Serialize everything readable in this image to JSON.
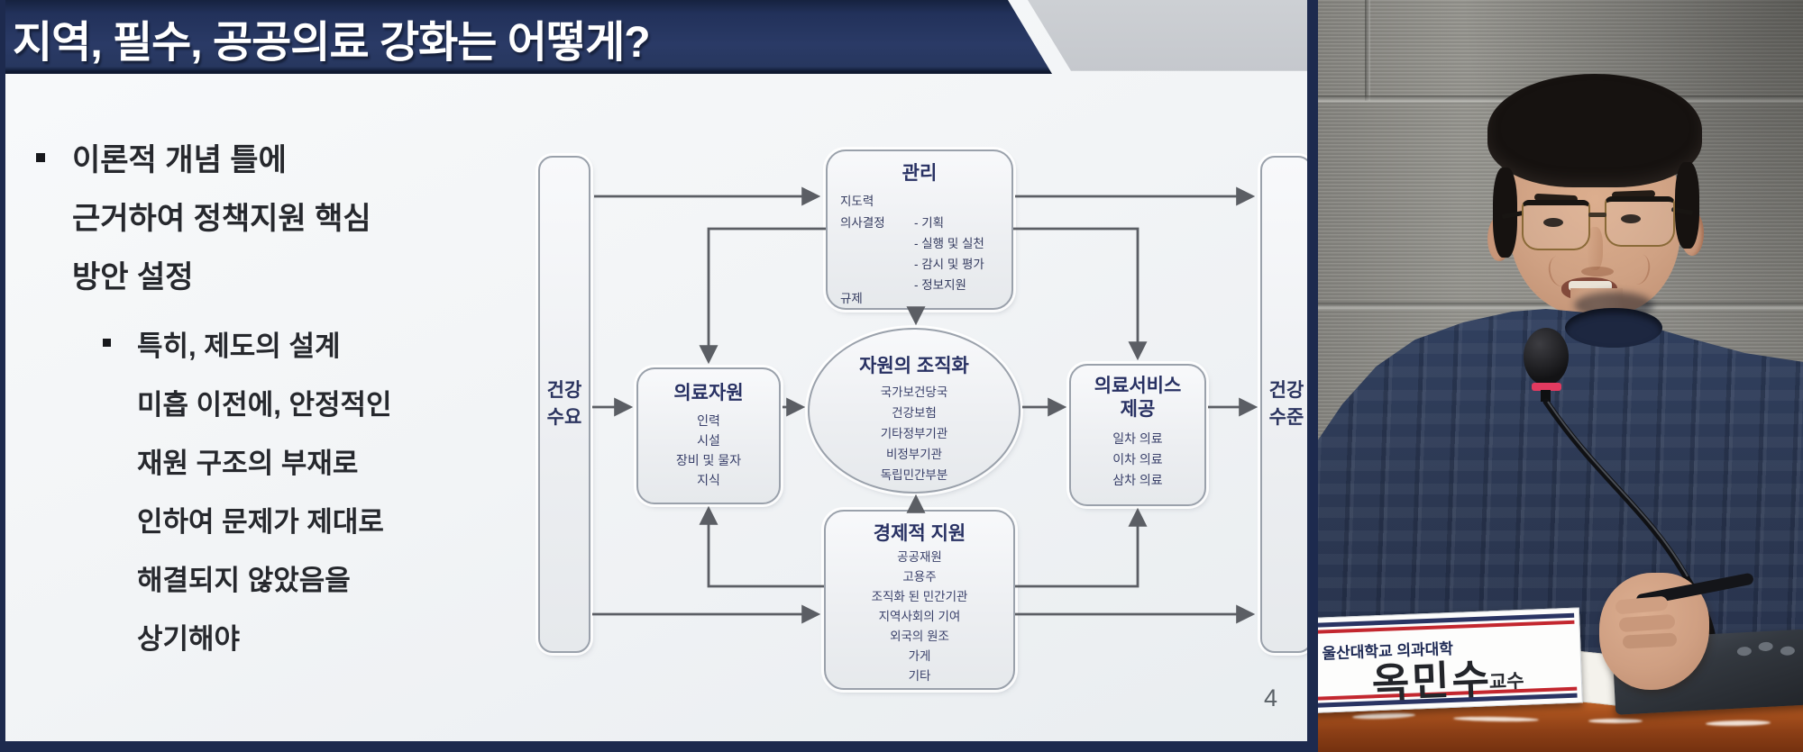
{
  "slide": {
    "title": "지역, 필수, 공공의료 강화는 어떻게?",
    "page_number": "4",
    "bullet_main_lines": [
      "이론적 개념 틀에",
      "근거하여 정책지원 핵심",
      "방안 설정"
    ],
    "bullet_sub_lines": [
      "특히, 제도의 설계",
      "미흡 이전에, 안정적인",
      "재원 구조의 부재로",
      "인하여 문제가 제대로",
      "해결되지 않았음을",
      "상기해야"
    ],
    "diagram": {
      "health_demand_lines": [
        "건강",
        "수요"
      ],
      "health_level_lines": [
        "건강",
        "수준"
      ],
      "management": {
        "title": "관리",
        "row1": "지도력",
        "row2": "의사결정",
        "decision_items": [
          "- 기획",
          "- 실행 및 실천",
          "- 감시 및 평가",
          "- 정보지원"
        ],
        "row3": "규제"
      },
      "resources": {
        "title": "의료자원",
        "items": [
          "인력",
          "시설",
          "장비 및 물자",
          "지식"
        ]
      },
      "organization": {
        "title": "자원의 조직화",
        "items": [
          "국가보건당국",
          "건강보험",
          "기타정부기관",
          "비정부기관",
          "독립민간부분"
        ]
      },
      "services": {
        "title_lines": [
          "의료서비스",
          "제공"
        ],
        "items": [
          "일차 의료",
          "이차 의료",
          "삼차 의료"
        ]
      },
      "economic": {
        "title": "경제적 지원",
        "items": [
          "공공재원",
          "고용주",
          "조직화 된 민간기관",
          "지역사회의 기여",
          "외국의 원조",
          "가게",
          "기타"
        ]
      }
    }
  },
  "video": {
    "name_plate": {
      "affiliation": "울산대학교 의과대학",
      "name": "옥민수",
      "title": "교수"
    }
  },
  "colors": {
    "banner_navy": "#24335c",
    "slide_frame_navy": "#1d2a4e",
    "banner_gray_band": "#c8cbd0",
    "arrow_gray": "#5b5e64",
    "box_border": "#9aa1ab",
    "diagram_text_navy": "#2d3560",
    "plate_red": "#c3272f",
    "plate_navy": "#2a3463",
    "sweater_navy": "#2c3852",
    "desk_wood": "#a6501d"
  }
}
